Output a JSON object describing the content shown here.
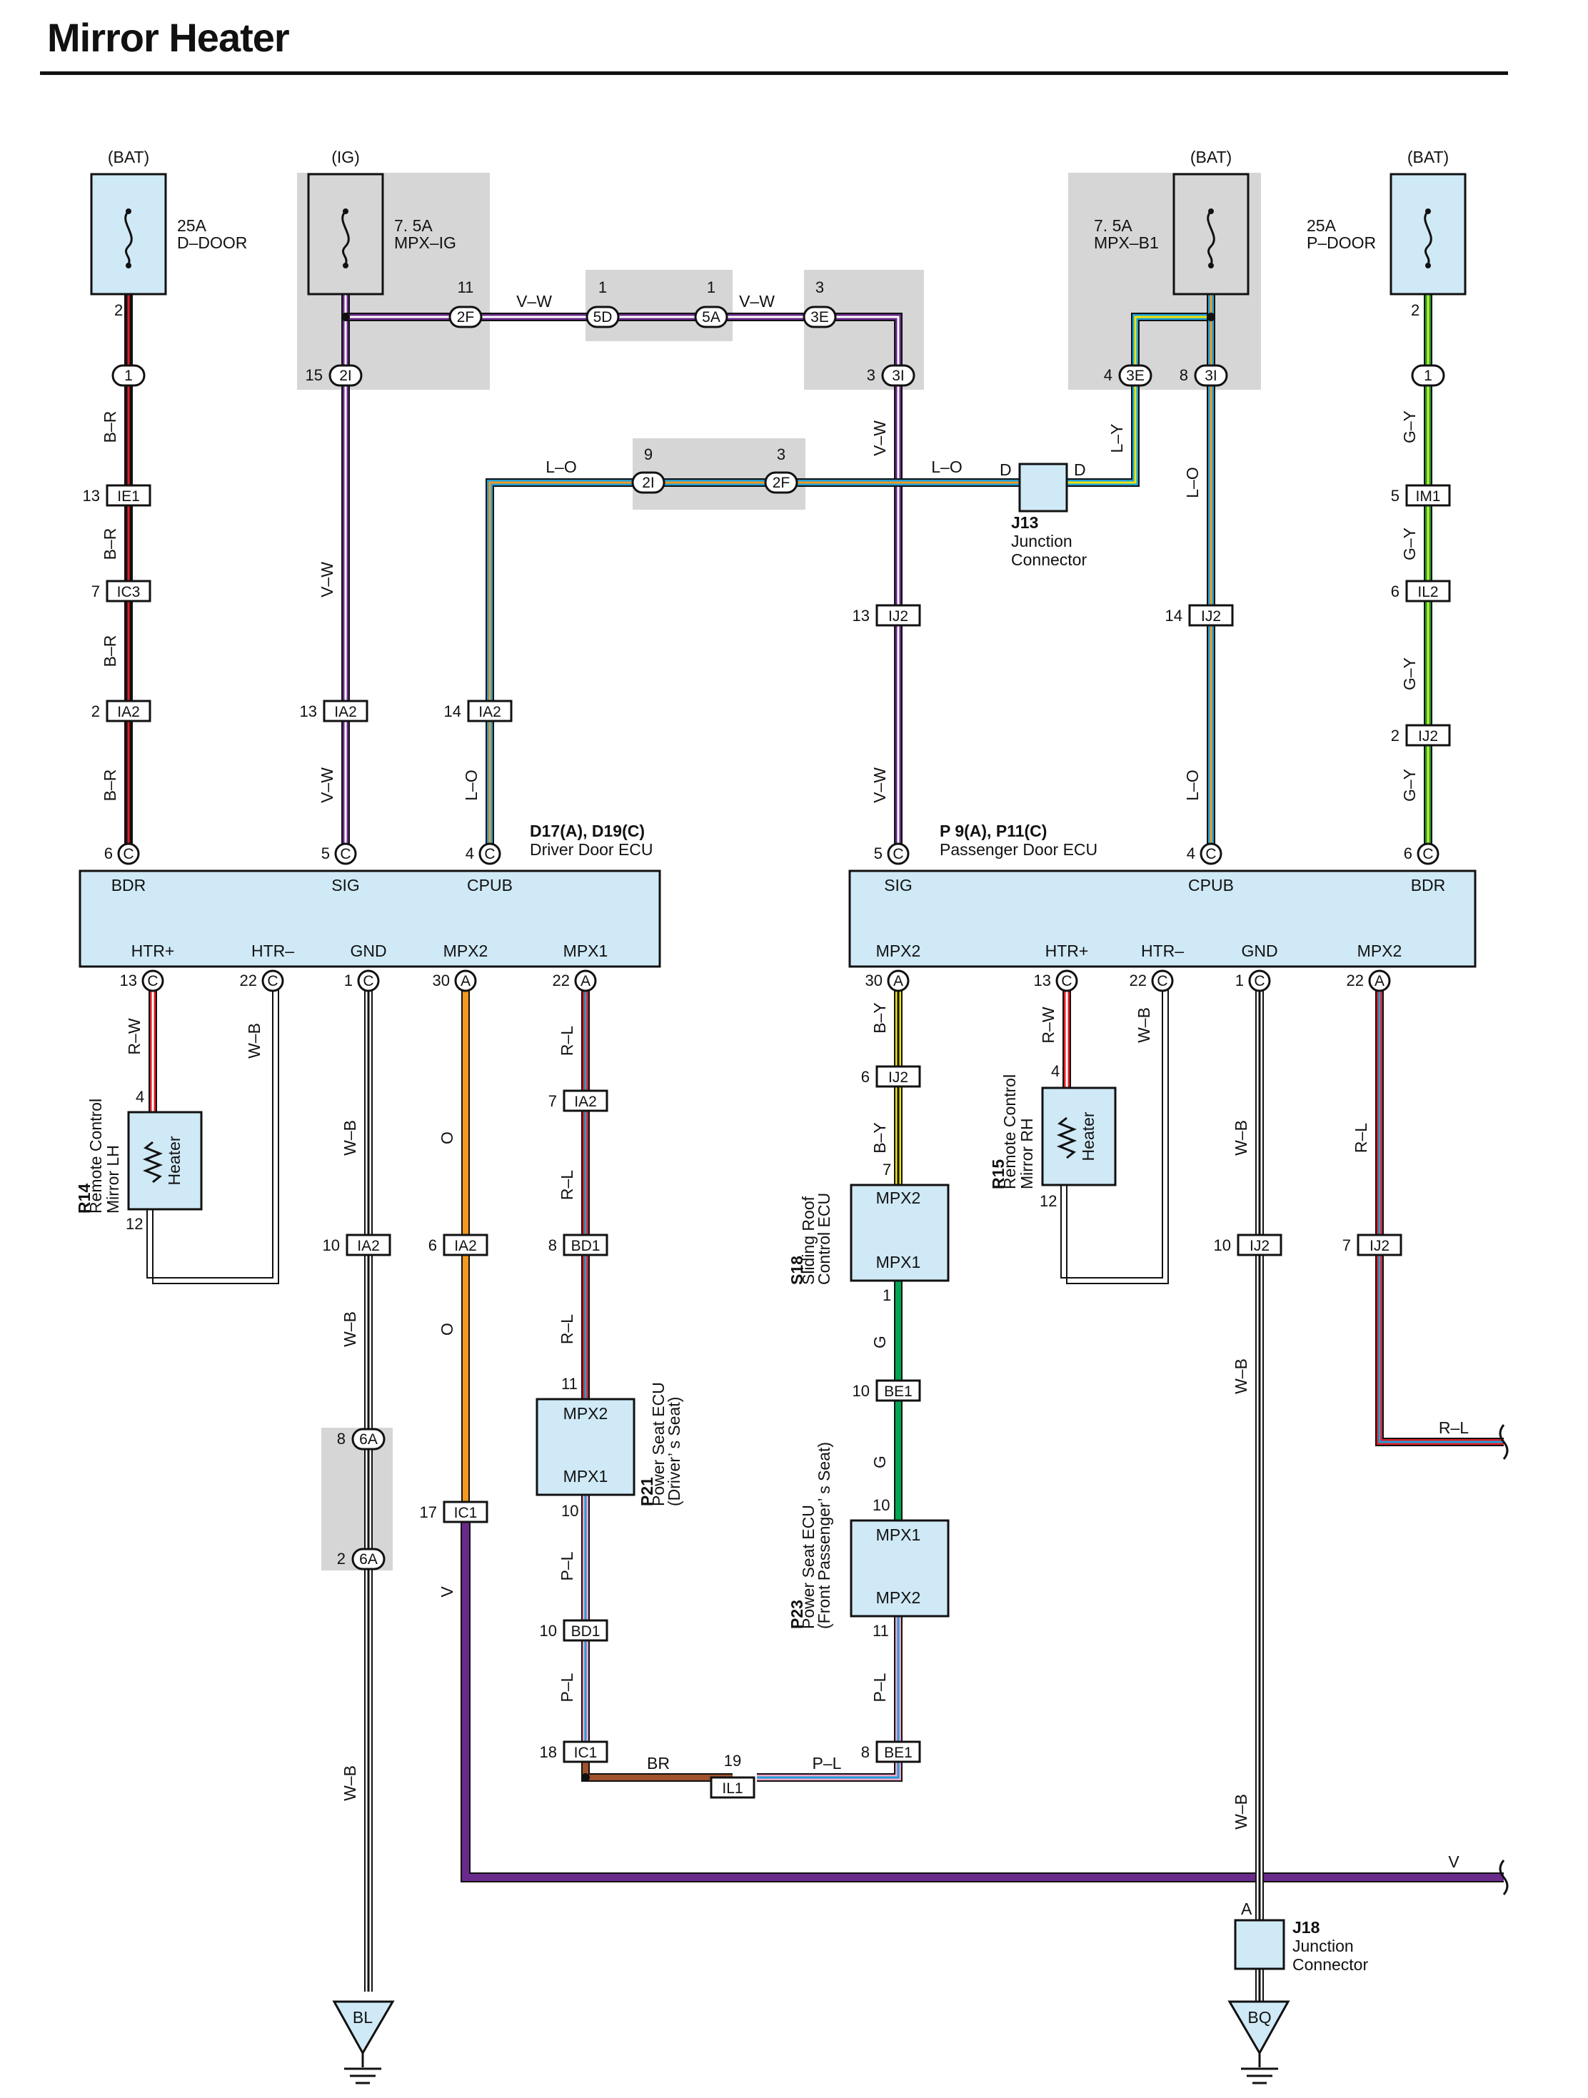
{
  "title": "Mirror Heater",
  "colors": {
    "ecu_fill": "#cfe9f6",
    "gray_panel": "#d6d6d6",
    "V": "#6a2a8c",
    "W": "#ffffff",
    "B": "#111111",
    "R": "#e31e24",
    "L": "#1ea0dc",
    "O": "#f39a1e",
    "Y": "#f2e500",
    "G": "#00a651",
    "P": "#f5a3c7",
    "BR": "#a0522d"
  },
  "fuses": [
    {
      "source": "(BAT)",
      "rating": "25A",
      "name": "D–DOOR",
      "pin": "2"
    },
    {
      "source": "(IG)",
      "rating": "7. 5A",
      "name": "MPX–IG"
    },
    {
      "source": "(BAT)",
      "rating": "7. 5A",
      "name": "MPX–B1"
    },
    {
      "source": "(BAT)",
      "rating": "25A",
      "name": "P–DOOR",
      "pin": "2"
    }
  ],
  "connector_labels": [
    "1",
    "IE1",
    "IC3",
    "IA2",
    "2I",
    "2F",
    "5D",
    "5A",
    "3E",
    "3I",
    "IJ2",
    "IM1",
    "IL2",
    "BD1",
    "IC1",
    "6A",
    "BE1",
    "IL1"
  ],
  "wire_labels": [
    "B–R",
    "V–W",
    "L–O",
    "L–Y",
    "G–Y",
    "R–W",
    "W–B",
    "O",
    "R–L",
    "B–Y",
    "G",
    "P–L",
    "BR",
    "V"
  ],
  "driver_ecu": {
    "ref": "D17(A), D19(C)",
    "name": "Driver Door ECU",
    "top_pins": [
      "BDR",
      "SIG",
      "CPUB"
    ],
    "bottom_pins": [
      "HTR+",
      "HTR–",
      "GND",
      "MPX2",
      "MPX1"
    ]
  },
  "passenger_ecu": {
    "ref": "P 9(A), P11(C)",
    "name": "Passenger Door ECU",
    "top_pins": [
      "SIG",
      "CPUB",
      "BDR"
    ],
    "bottom_pins": [
      "MPX2",
      "HTR+",
      "HTR–",
      "GND",
      "MPX2"
    ]
  },
  "j13": {
    "ref": "J13",
    "name1": "Junction",
    "name2": "Connector",
    "pin": "D"
  },
  "j18": {
    "ref": "J18",
    "name1": "Junction",
    "name2": "Connector",
    "pin": "A"
  },
  "r14": {
    "ref": "R14",
    "name1": "Remote Control",
    "name2": "Mirror LH",
    "element": "Heater"
  },
  "r15": {
    "ref": "R15",
    "name1": "Remote Control",
    "name2": "Mirror RH",
    "element": "Heater"
  },
  "s18": {
    "ref": "S18",
    "name1": "Sliding Roof",
    "name2": "Control ECU",
    "pins": [
      "MPX2",
      "MPX1"
    ]
  },
  "p21": {
    "ref": "P21",
    "name1": "Power Seat ECU",
    "name2": "(Driver’ s Seat)",
    "pins": [
      "MPX2",
      "MPX1"
    ]
  },
  "p23": {
    "ref": "P23",
    "name1": "Power Seat ECU",
    "name2": "(Front Passenger’ s Seat)",
    "pins": [
      "MPX1",
      "MPX2"
    ]
  },
  "grounds": [
    "BL",
    "BQ"
  ]
}
